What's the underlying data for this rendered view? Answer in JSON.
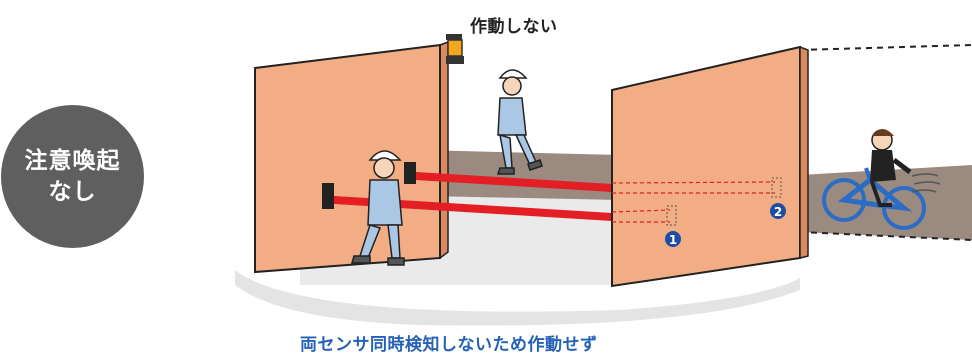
{
  "badge": {
    "line1": "注意喚起",
    "line2": "なし"
  },
  "top_label": "作動しない",
  "caption": "両センサ同時検知しないため作動せず",
  "markers": [
    {
      "number": "1"
    },
    {
      "number": "2"
    }
  ],
  "colors": {
    "badge": "#5f5f5f",
    "wall": "#f2ad85",
    "beam": "#e31e24",
    "caption": "#2561b7",
    "worker": "#aac7e6",
    "bicycle": "#2b6cc4"
  }
}
